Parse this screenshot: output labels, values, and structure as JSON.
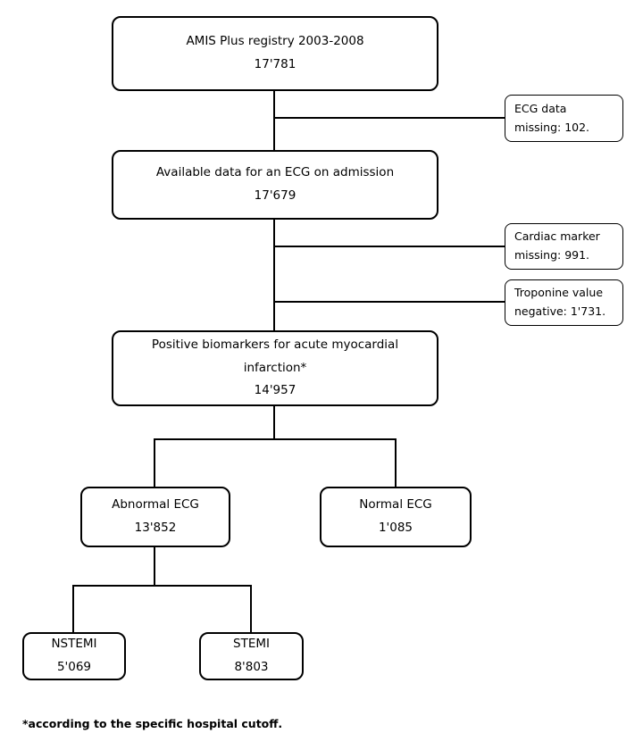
{
  "nodes": {
    "registry": {
      "title": "AMIS Plus registry 2003-2008",
      "count": "17'781"
    },
    "ecg_admission": {
      "title": "Available data for an ECG on admission",
      "count": "17'679"
    },
    "biomarkers": {
      "title": "Positive biomarkers for acute myocardial infarction*",
      "count": "14'957"
    },
    "abnormal_ecg": {
      "title": "Abnormal ECG",
      "count": "13'852"
    },
    "normal_ecg": {
      "title": "Normal ECG",
      "count": "1'085"
    },
    "nstemi": {
      "title": "NSTEMI",
      "count": "5'069"
    },
    "stemi": {
      "title": "STEMI",
      "count": "8'803"
    }
  },
  "exclusions": {
    "ecg_missing": {
      "line1": "ECG data",
      "line2": "missing: 102."
    },
    "cardiac_marker_missing": {
      "line1": "Cardiac marker",
      "line2": "missing: 991."
    },
    "troponine_negative": {
      "line1": "Troponine value",
      "line2": "negative: 1'731."
    }
  },
  "footnote": "*according to the specific hospital cutoff.",
  "colors": {
    "line": "#000000",
    "background": "#ffffff"
  }
}
